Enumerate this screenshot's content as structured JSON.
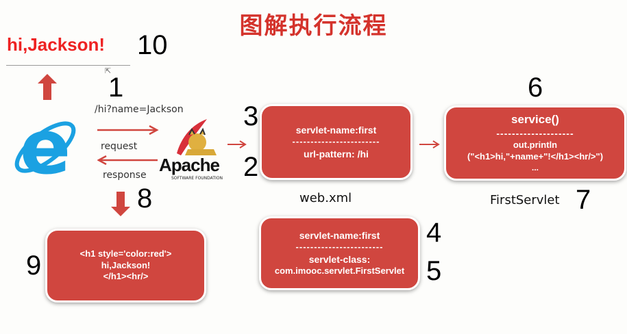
{
  "title": "图解执行流程",
  "browser_output": {
    "rendered_text": "hi,Jackson!",
    "step": "10"
  },
  "request": {
    "url": "/hi?name=Jackson",
    "request_label": "request",
    "response_label": "response",
    "step_request": "1",
    "step_response": "8"
  },
  "apache": {
    "name": "Apache",
    "subtitle": "SOFTWARE FOUNDATION"
  },
  "servlet_mapping": {
    "line1": "servlet-name:first",
    "divider": "------------------------",
    "line2": "url-pattern: /hi",
    "step_a": "3",
    "step_b": "2"
  },
  "servlet_def": {
    "line1": "servlet-name:first",
    "divider": "------------------------",
    "line2": "servlet-class:",
    "line3": "com.imooc.servlet.FirstServlet",
    "step_a": "4",
    "step_b": "5"
  },
  "webxml_caption": "web.xml",
  "service_box": {
    "line1": "service()",
    "divider": "--------------------",
    "line2": "out.println",
    "line3": "(\"<h1>hi,\"+name+\"!</h1><hr/>\")",
    "line4": "...",
    "step_a": "6",
    "step_b": "7"
  },
  "servlet_caption": "FirstServlet",
  "response_box": {
    "line1": "<h1 style='color:red'>",
    "line2": "hi,Jackson!",
    "line3": "</h1><hr/>",
    "step": "9"
  },
  "colors": {
    "accent": "#d0463f",
    "title": "#d4332c",
    "ie_blue": "#1ba1e2"
  }
}
